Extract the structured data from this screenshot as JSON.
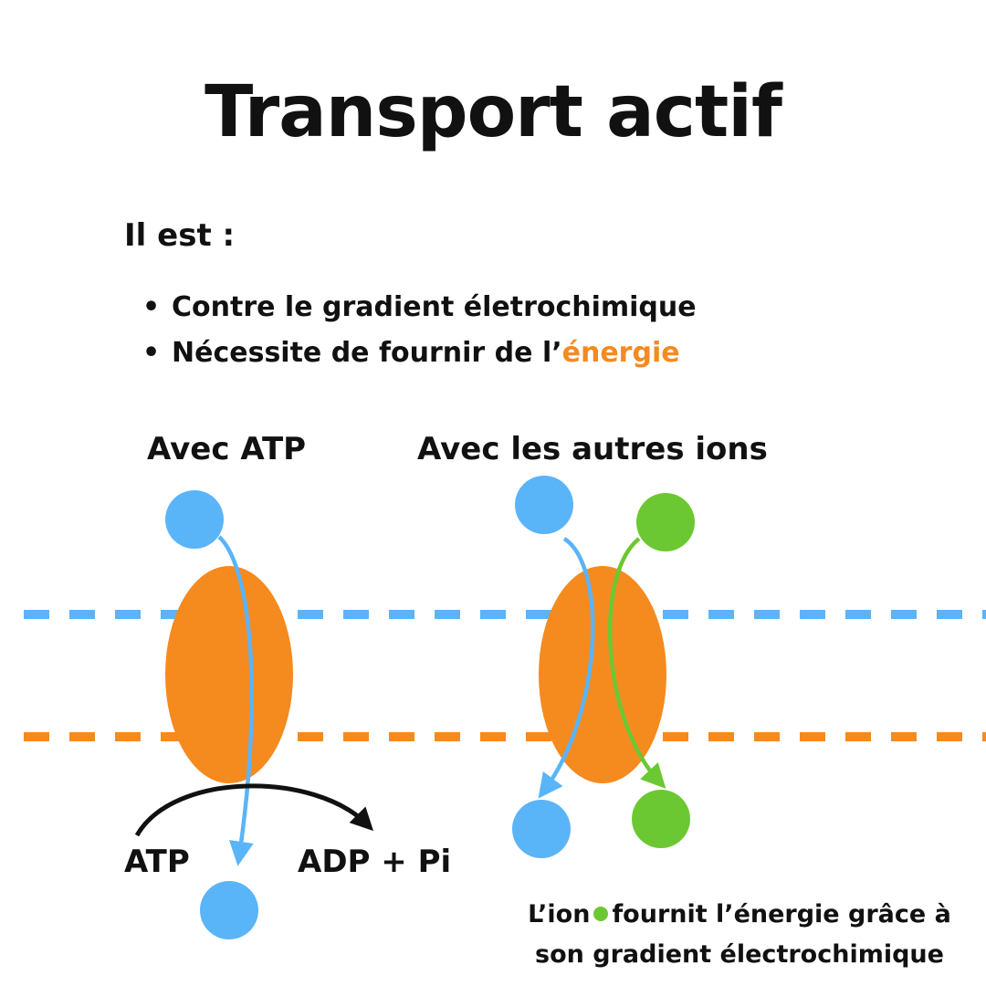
{
  "title": "Transport actif",
  "intro": "Il est :",
  "bullets": [
    {
      "text": "Contre le gradient életrochimique"
    },
    {
      "text_before": "Nécessite de fournir de l’",
      "highlight": "énergie"
    }
  ],
  "panels": {
    "atp": {
      "heading": "Avec ATP",
      "reaction_left": "ATP",
      "reaction_right": "ADP + Pi"
    },
    "ions": {
      "heading": "Avec les autres ions"
    }
  },
  "footnote": {
    "line1_before": "L’ion",
    "line1_after": "fournit l’énergie grâce à",
    "line2": "son gradient électrochimique"
  },
  "colors": {
    "blue": "#5ab4f8",
    "green": "#6cc832",
    "orange": "#f58a1f",
    "black": "#111111"
  }
}
